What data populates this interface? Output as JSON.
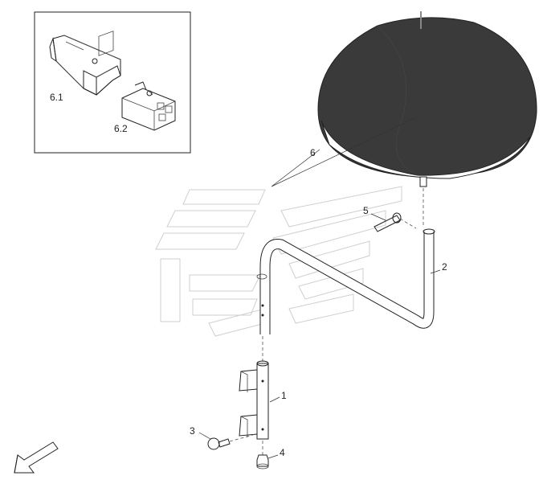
{
  "callouts": {
    "c1": "1",
    "c2": "2",
    "c3": "3",
    "c4": "4",
    "c5": "5",
    "c6": "6",
    "c61": "6.1",
    "c62": "6.2"
  },
  "colors": {
    "lamp_dome": "#3a3a3a",
    "line": "#222222",
    "watermark": "#d8d8d8"
  }
}
